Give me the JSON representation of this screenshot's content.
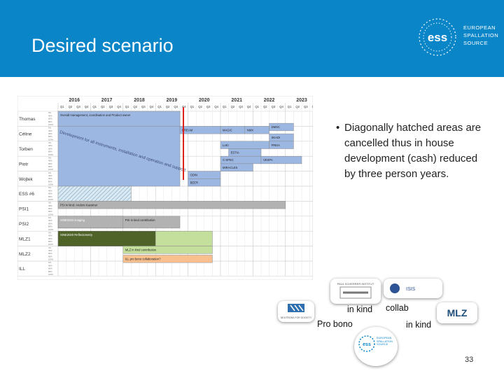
{
  "slide": {
    "title": "Desired scenario",
    "page_number": "33",
    "colors": {
      "header": "#0a85c8",
      "gantt_blue": "#9db7e3",
      "gantt_gray": "#b2b2b2",
      "gantt_dark_green": "#4f6228",
      "gantt_green": "#c4df9b",
      "gantt_orange": "#f8c08f",
      "red_line": "#e0201a"
    }
  },
  "logo": {
    "lines": [
      "EUROPEAN",
      "SPALLATION",
      "SOURCE"
    ],
    "mark": "ess"
  },
  "bullet": {
    "text": "Diagonally hatched areas are cancelled thus in house development (cash) reduced by three person years."
  },
  "gantt": {
    "years": [
      "2016",
      "2017",
      "2018",
      "2019",
      "2020",
      "2021",
      "2022",
      "2023"
    ],
    "quarters": [
      "Q1",
      "Q2",
      "Q3",
      "Q4"
    ],
    "rows": [
      "Thomas",
      "Céline",
      "Torben",
      "Piotr",
      "Wojtek",
      "ESS #6",
      "PSI1",
      "PSI2",
      "MLZ1",
      "MLZ2",
      "ILL"
    ],
    "percent_ticks": [
      "0%",
      "40%",
      "60%",
      "80%",
      "100%"
    ],
    "bars": {
      "overall": "Overall management, coordination and Product owner",
      "dev": "Development for all instruments, installation and operation and support",
      "dream": "DREAM",
      "magic": "MAGIC",
      "nmx": "NMX",
      "dmsc": "DMSC",
      "loki": "LoKI",
      "skadi": "SKADI",
      "estia": "ESTIA",
      "freia": "FREIA",
      "cspec": "C-SPEC",
      "vespa": "VESPA",
      "miracles": "MIRACLES",
      "odin": "ODIN",
      "beer": "BEER",
      "psi1": "PSI in kind: Anders Kaestner",
      "psi2_a": "SINE2020 imaging",
      "psi2_b": "PSI in kind contribution",
      "mlz1": "SINE2020 Reflectometry",
      "mlz2": "MLZ in kind contribution",
      "ill": "ILL pro bono collaboration?"
    }
  },
  "partners": {
    "labels": {
      "in_kind_1": "in kind",
      "collab": "collab",
      "pro_bono": "Pro bono",
      "in_kind_2": "in kind"
    },
    "names": {
      "psi": "PAUL SCHERRER INSTITUT",
      "isis": "ISIS",
      "ill": "NEUTRONS FOR SOCIETY",
      "mlz": "MLZ",
      "ess": "EUROPEAN SPALLATION SOURCE"
    }
  }
}
